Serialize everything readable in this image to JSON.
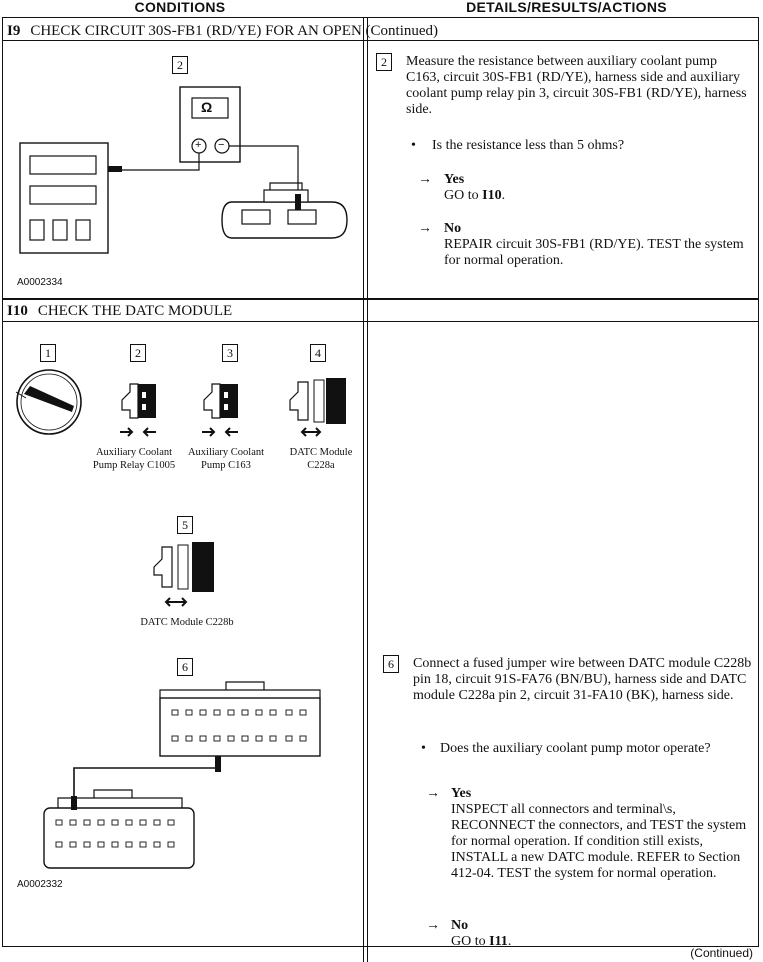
{
  "header": {
    "left": "CONDITIONS",
    "right": "DETAILS/RESULTS/ACTIONS"
  },
  "section_i9": {
    "number": "I9",
    "title": "CHECK CIRCUIT 30S-FB1 (RD/YE) FOR AN OPEN (Continued)",
    "figure_step": "2",
    "meter_symbol": "Ω",
    "meter_plus": "+",
    "meter_minus": "−",
    "figure_code": "A0002334",
    "detail_step": "2",
    "instruction": "Measure the resistance between auxiliary coolant pump C163, circuit 30S-FB1 (RD/YE), harness side and auxiliary coolant pump relay pin 3, circuit 30S-FB1 (RD/YE), harness side.",
    "question": "Is the resistance less than 5 ohms?",
    "yes_label": "Yes",
    "yes_action_prefix": "GO to ",
    "yes_action_ref": "I10",
    "yes_action_suffix": ".",
    "no_label": "No",
    "no_action": "REPAIR circuit 30S-FB1 (RD/YE). TEST the system for normal operation."
  },
  "section_i10": {
    "number": "I10",
    "title": "CHECK THE DATC MODULE",
    "steps": [
      "1",
      "2",
      "3",
      "4",
      "5",
      "6"
    ],
    "connector_labels": {
      "relay": "Auxiliary Coolant Pump Relay C1005",
      "pump": "Auxiliary Coolant Pump C163",
      "datc_a": "DATC Module C228a",
      "datc_b": "DATC Module C228b"
    },
    "figure_code": "A0002332",
    "detail_step": "6",
    "instruction": "Connect a fused jumper wire between DATC module C228b pin 18, circuit 91S-FA76 (BN/BU), harness side and DATC module C228a pin 2, circuit 31-FA10 (BK), harness side.",
    "question": "Does the auxiliary coolant pump motor operate?",
    "yes_label": "Yes",
    "yes_action": "INSPECT all connectors and terminal\\s, RECONNECT the connectors, and TEST the system for normal operation. If condition still exists, INSTALL a new DATC module. REFER to Section 412-04. TEST the system for normal operation.",
    "no_label": "No",
    "no_action_prefix": "GO to ",
    "no_action_ref": "I11",
    "no_action_suffix": "."
  },
  "footer": {
    "continued": "(Continued)"
  },
  "arrow_glyph": "→",
  "bullet_glyph": "•"
}
